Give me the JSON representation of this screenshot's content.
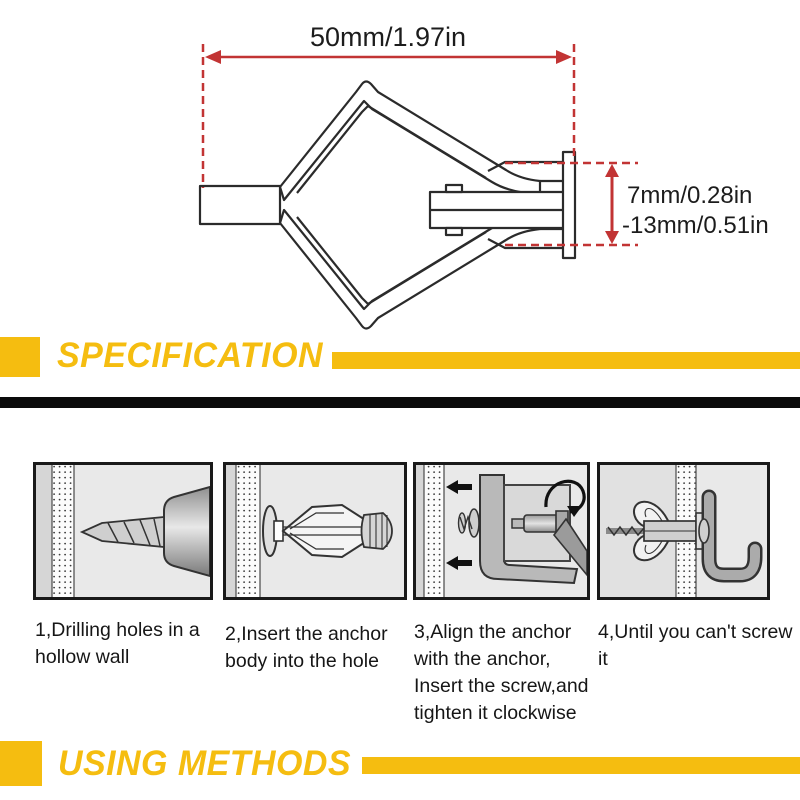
{
  "diagram": {
    "width_dimension": "50mm/1.97in",
    "height_dimension_line1": "7mm/0.28in",
    "height_dimension_line2": "-13mm/0.51in",
    "subject": "hollow-wall-anchor-cross-section"
  },
  "sections": {
    "specification_label": "SPECIFICATION",
    "using_methods_label": "USING METHODS"
  },
  "steps": [
    {
      "caption": "1,Drilling holes in a hollow wall",
      "icon": "drill-bit-icon"
    },
    {
      "caption": "2,Insert the anchor body into the hole",
      "icon": "anchor-body-icon"
    },
    {
      "caption": "3,Align the anchor with the anchor, Insert the screw,and tighten it clockwise",
      "icon": "screw-and-screwdriver-icon"
    },
    {
      "caption": "4,Until you can't screw it",
      "icon": "wall-hook-icon"
    }
  ],
  "colors": {
    "accent_yellow": "#F5BD10",
    "dimension_red": "#C23434",
    "divider_black": "#0B0B0B",
    "drawing_ink": "#2B2B2B",
    "panel_background": "#E9E9E9"
  }
}
